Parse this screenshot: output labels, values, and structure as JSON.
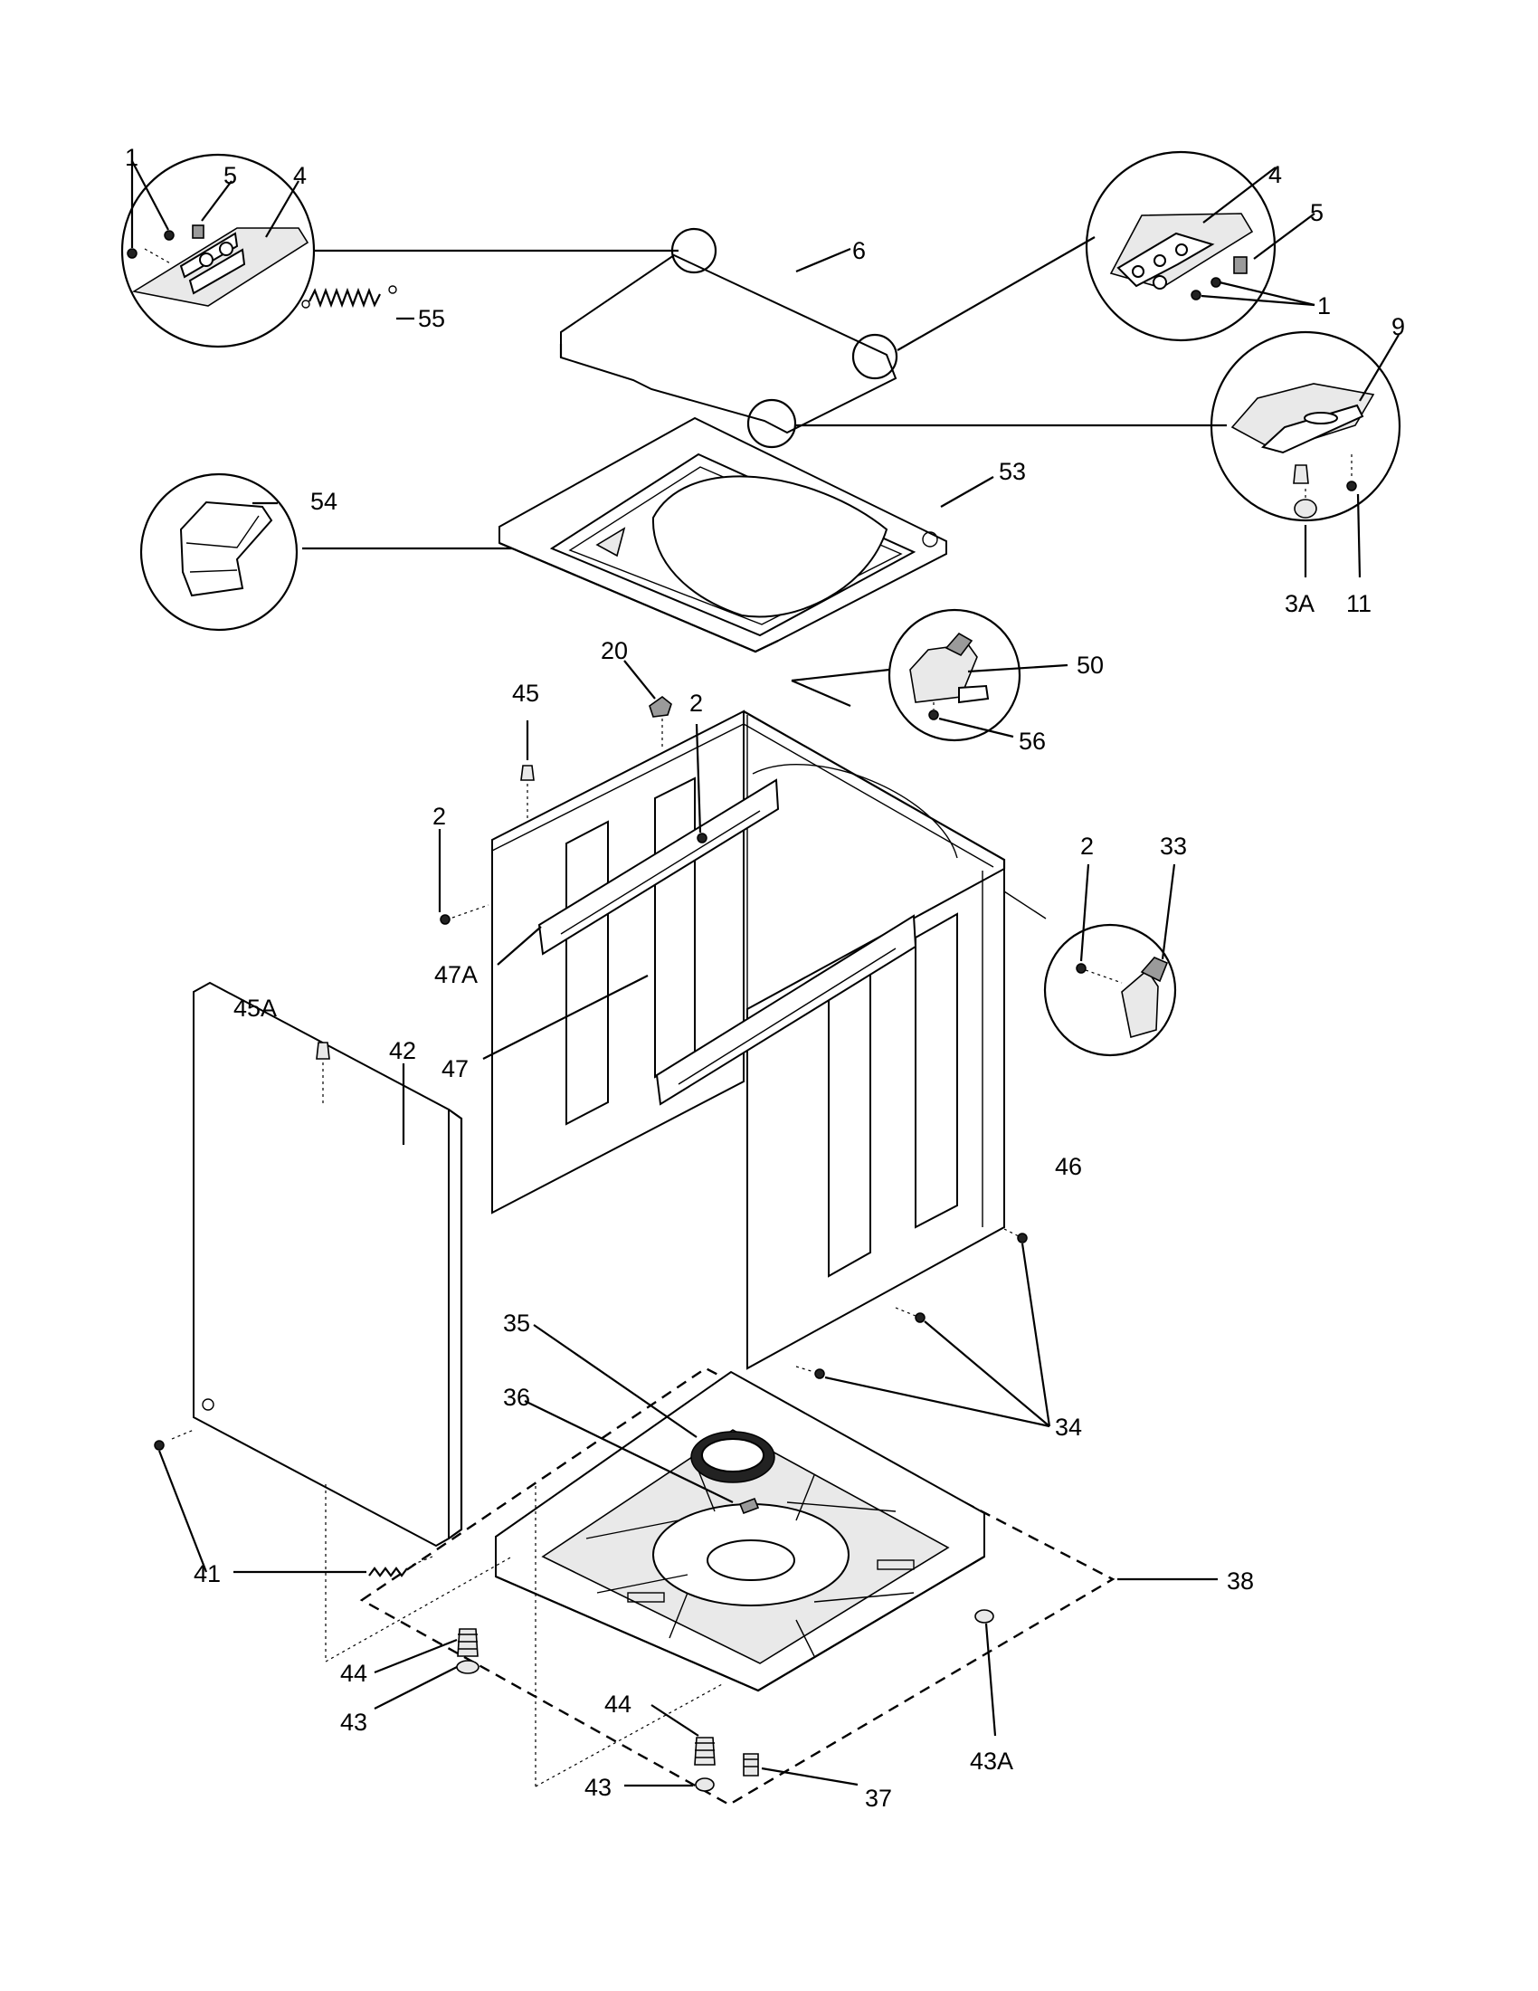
{
  "callouts": [
    {
      "id": "1a",
      "text": "1"
    },
    {
      "id": "5a",
      "text": "5"
    },
    {
      "id": "4a",
      "text": "4"
    },
    {
      "id": "55",
      "text": "55"
    },
    {
      "id": "6",
      "text": "6"
    },
    {
      "id": "4b",
      "text": "4"
    },
    {
      "id": "5b",
      "text": "5"
    },
    {
      "id": "1b",
      "text": "1"
    },
    {
      "id": "9",
      "text": "9"
    },
    {
      "id": "3A",
      "text": "3A"
    },
    {
      "id": "11",
      "text": "11"
    },
    {
      "id": "54",
      "text": "54"
    },
    {
      "id": "53",
      "text": "53"
    },
    {
      "id": "20",
      "text": "20"
    },
    {
      "id": "50",
      "text": "50"
    },
    {
      "id": "56",
      "text": "56"
    },
    {
      "id": "45",
      "text": "45"
    },
    {
      "id": "2a",
      "text": "2"
    },
    {
      "id": "2b",
      "text": "2"
    },
    {
      "id": "2c",
      "text": "2"
    },
    {
      "id": "33",
      "text": "33"
    },
    {
      "id": "47A",
      "text": "47A"
    },
    {
      "id": "47",
      "text": "47"
    },
    {
      "id": "45A",
      "text": "45A"
    },
    {
      "id": "42",
      "text": "42"
    },
    {
      "id": "46",
      "text": "46"
    },
    {
      "id": "35",
      "text": "35"
    },
    {
      "id": "36",
      "text": "36"
    },
    {
      "id": "34",
      "text": "34"
    },
    {
      "id": "41",
      "text": "41"
    },
    {
      "id": "38",
      "text": "38"
    },
    {
      "id": "44a",
      "text": "44"
    },
    {
      "id": "43a",
      "text": "43"
    },
    {
      "id": "44b",
      "text": "44"
    },
    {
      "id": "43b",
      "text": "43"
    },
    {
      "id": "37",
      "text": "37"
    },
    {
      "id": "43A",
      "text": "43A"
    }
  ]
}
